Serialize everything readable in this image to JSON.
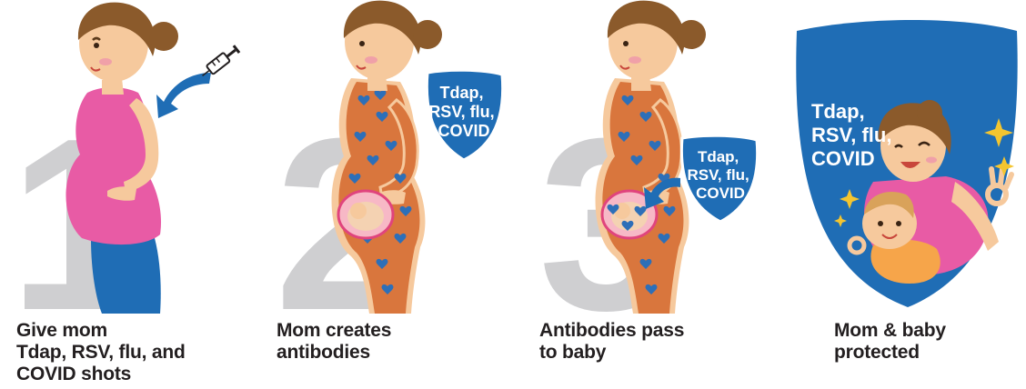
{
  "steps": [
    {
      "number": "1",
      "caption": [
        "Give mom",
        "Tdap, RSV, flu, and",
        "COVID shots"
      ]
    },
    {
      "number": "2",
      "caption": [
        "Mom creates",
        "antibodies"
      ],
      "shield": [
        "Tdap,",
        "RSV, flu,",
        "COVID"
      ]
    },
    {
      "number": "3",
      "caption": [
        "Antibodies pass",
        "to baby"
      ],
      "shield": [
        "Tdap,",
        "RSV, flu,",
        "COVID"
      ]
    },
    {
      "caption": [
        "Mom & baby",
        "protected"
      ],
      "shield": [
        "Tdap,",
        "RSV, flu,",
        "COVID"
      ]
    }
  ],
  "colors": {
    "skin": "#f6c99d",
    "hair": "#8b5a2b",
    "pink_top": "#e85ba5",
    "blue": "#1f6db5",
    "antibody_body": "#d9763d",
    "antibody_dot": "#2d6fb8",
    "shield": "#1f6db5",
    "number_gray": "#cfcfd1",
    "sparkle": "#f4c52f"
  }
}
